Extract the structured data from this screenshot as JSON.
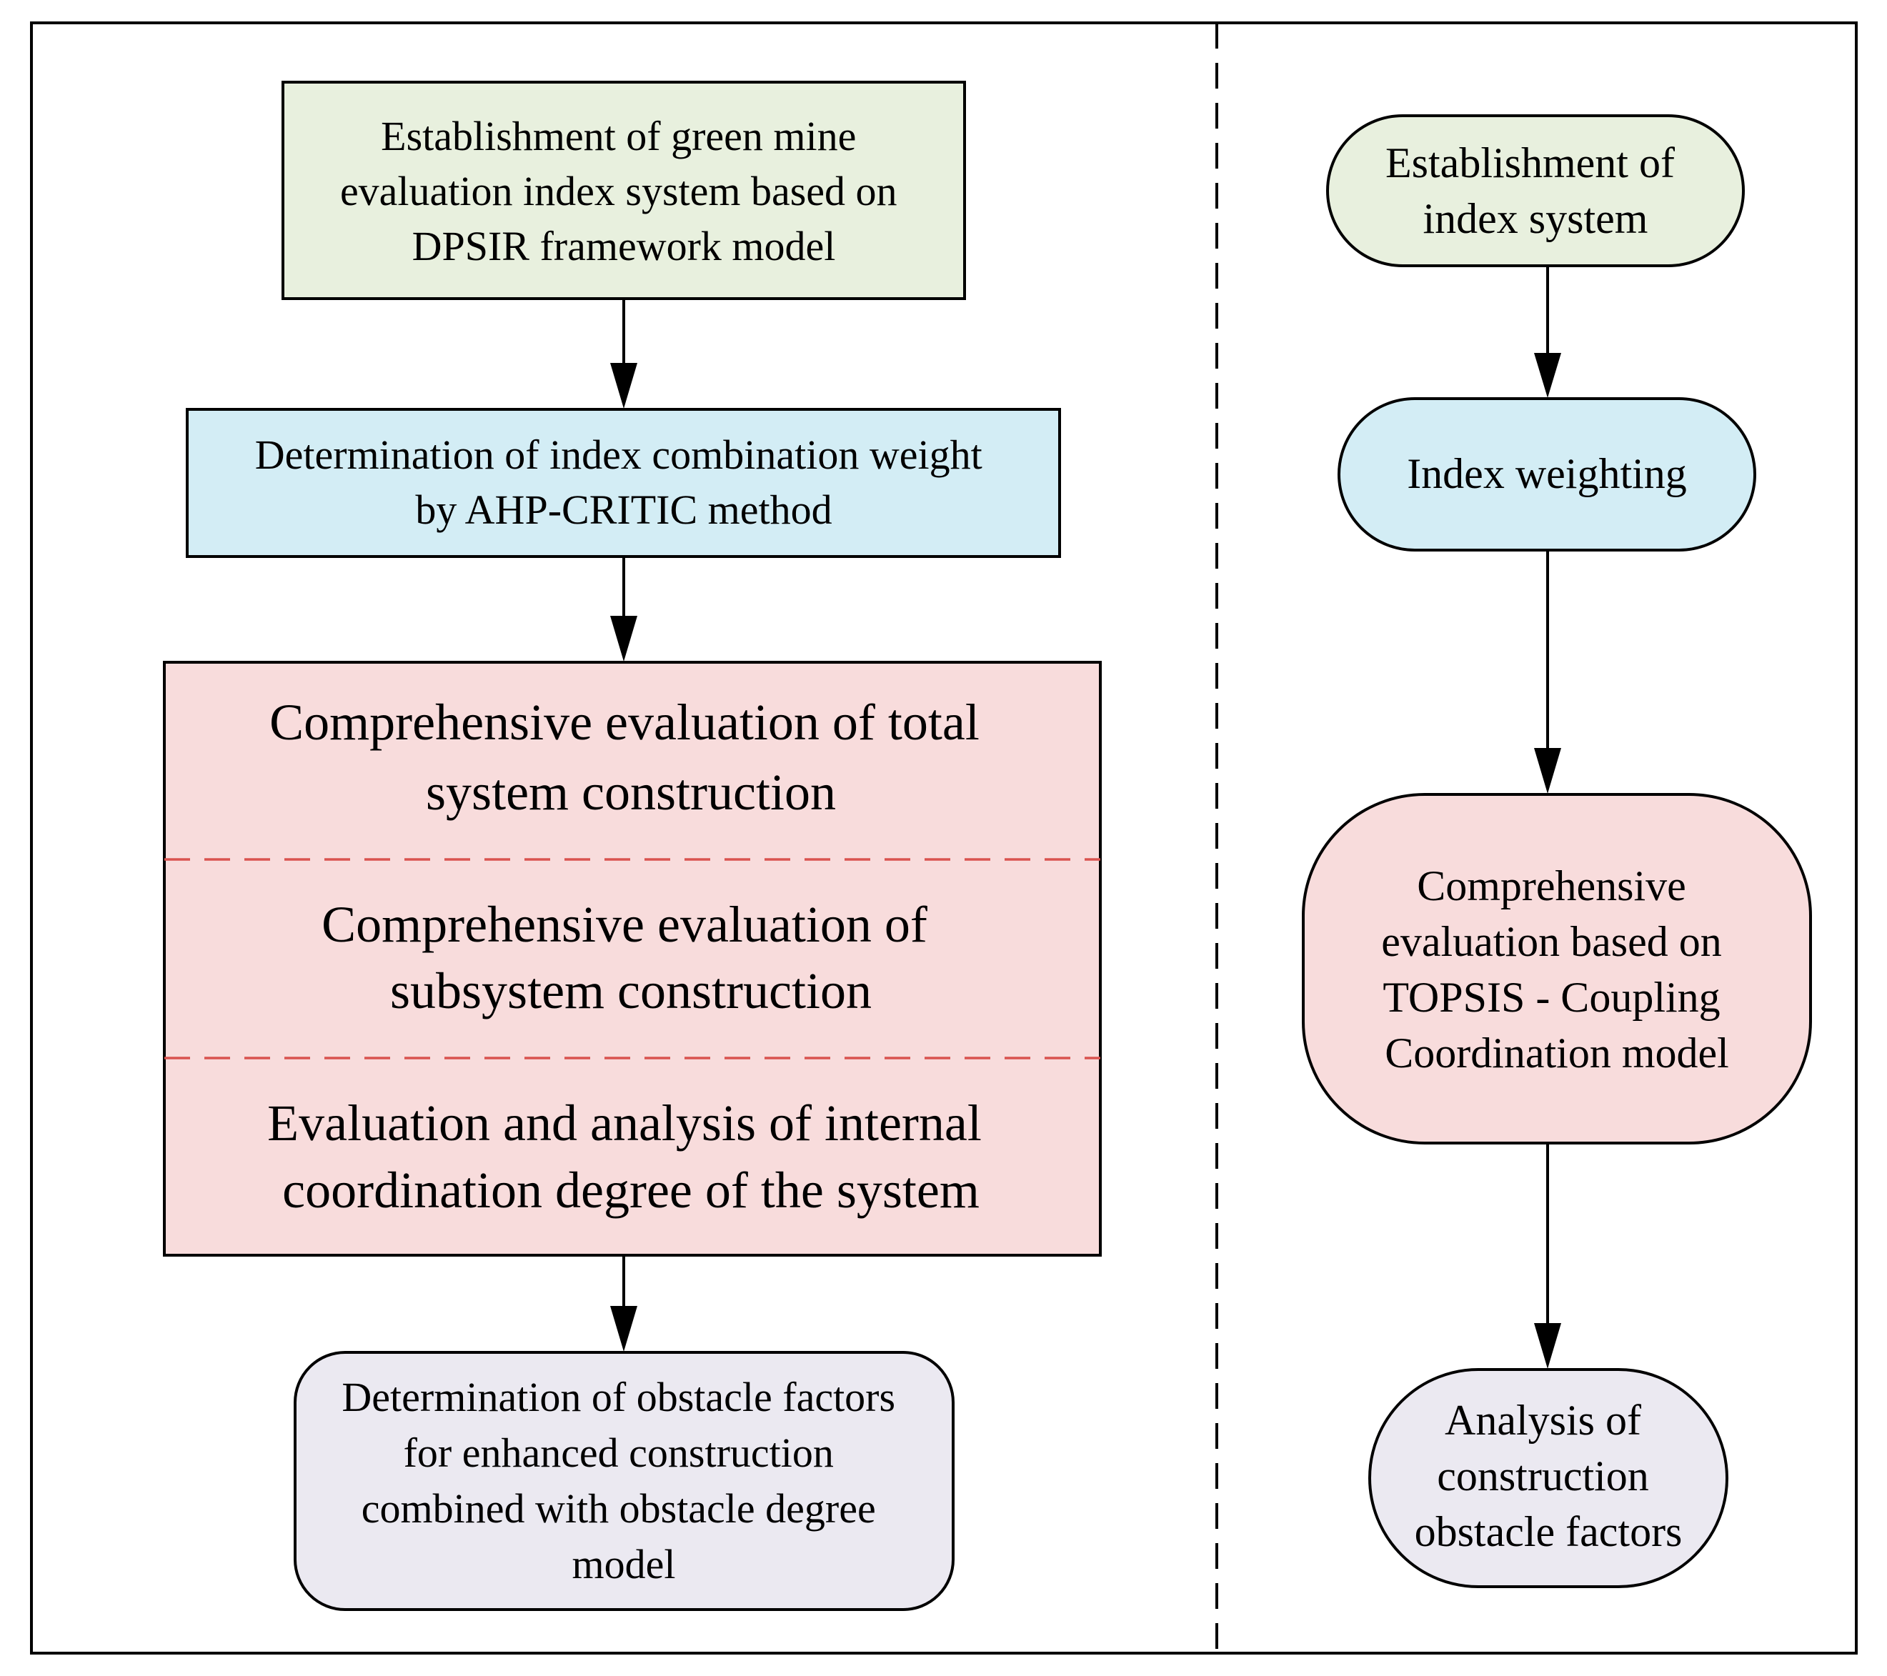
{
  "colors": {
    "green": "#e8f0de",
    "blue": "#d3edf5",
    "pink": "#f8dcdc",
    "lavender": "#ebe9f1",
    "stroke": "#000000",
    "dash_red": "#d9534f"
  },
  "left": {
    "step1": [
      "Establishment of green mine",
      "evaluation index system based on",
      "DPSIR framework model"
    ],
    "step2": [
      "Determination of index combination weight",
      "by AHP-CRITIC method"
    ],
    "step3a": [
      "Comprehensive evaluation of total",
      "system construction"
    ],
    "step3b": [
      "Comprehensive evaluation of",
      "subsystem construction"
    ],
    "step3c": [
      "Evaluation and analysis of internal",
      "coordination degree of the system"
    ],
    "step4": [
      "Determination of obstacle factors",
      "for enhanced construction",
      "combined with obstacle degree",
      "model"
    ]
  },
  "right": {
    "step1": [
      "Establishment of",
      "index system"
    ],
    "step2": [
      "Index weighting"
    ],
    "step3": [
      "Comprehensive",
      "evaluation based on",
      "TOPSIS - Coupling",
      "Coordination model"
    ],
    "step4": [
      "Analysis of",
      "construction",
      "obstacle factors"
    ]
  }
}
